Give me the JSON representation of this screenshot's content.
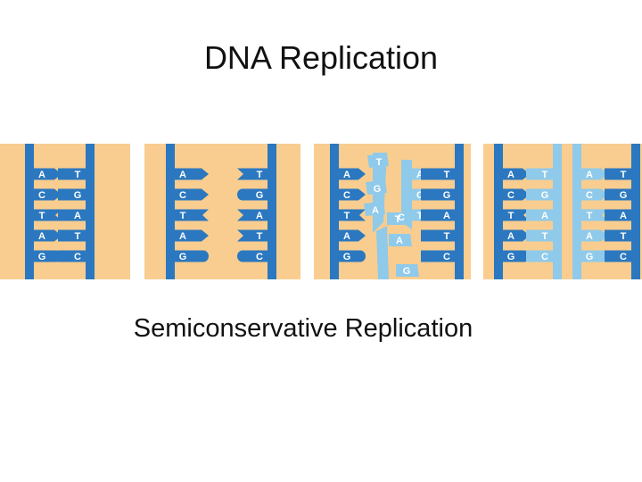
{
  "slide": {
    "title": "DNA Replication",
    "subtitle": "Semiconservative Replication"
  },
  "colors": {
    "panel_bg": "#f9cd8f",
    "old_strand": "#2b78c0",
    "new_strand": "#8fcaea",
    "text": "#111111",
    "letter": "#ffffff"
  },
  "stages": [
    {
      "name": "parent",
      "pairs": [
        [
          "A",
          "T"
        ],
        [
          "C",
          "G"
        ],
        [
          "T",
          "A"
        ],
        [
          "A",
          "T"
        ],
        [
          "G",
          "C"
        ]
      ]
    },
    {
      "name": "separated",
      "left": [
        "A",
        "C",
        "T",
        "A",
        "G"
      ],
      "right": [
        "T",
        "G",
        "A",
        "T",
        "C"
      ]
    },
    {
      "name": "replicating",
      "left_old": [
        "A",
        "C",
        "T",
        "A",
        "G"
      ],
      "left_new_free": [
        "T",
        "G",
        "A",
        "",
        "T"
      ],
      "right_new": [
        "A",
        "C",
        "T",
        "A",
        "G"
      ],
      "right_old": [
        "T",
        "G",
        "A",
        "T",
        "C"
      ],
      "extra": [
        "C",
        "T"
      ]
    },
    {
      "name": "daughters",
      "left": [
        [
          "A",
          "T"
        ],
        [
          "C",
          "G"
        ],
        [
          "T",
          "A"
        ],
        [
          "A",
          "T"
        ],
        [
          "G",
          "C"
        ]
      ],
      "right": [
        [
          "A",
          "T"
        ],
        [
          "C",
          "G"
        ],
        [
          "T",
          "A"
        ],
        [
          "A",
          "T"
        ],
        [
          "G",
          "C"
        ]
      ]
    }
  ]
}
